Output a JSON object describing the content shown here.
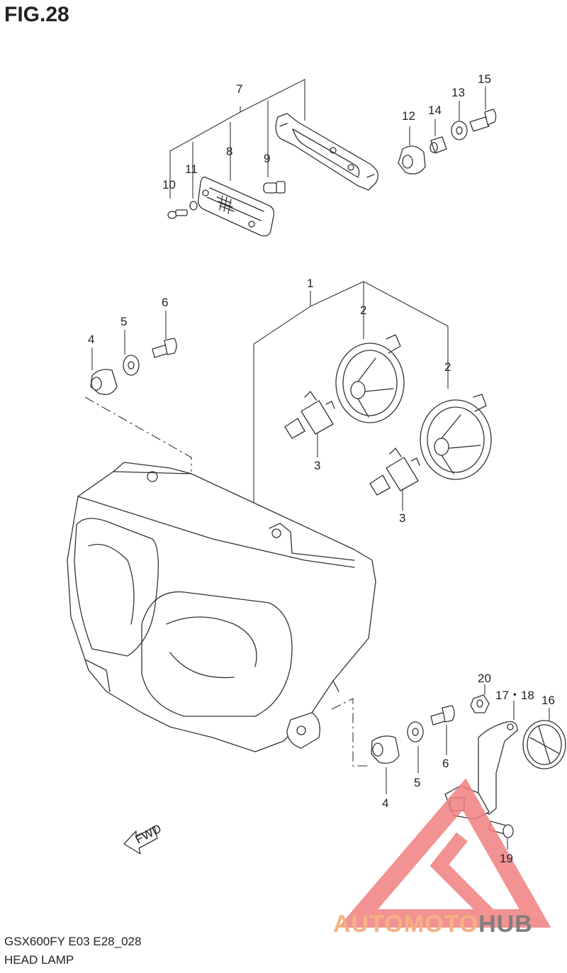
{
  "figure": {
    "title": "FIG.28",
    "model_code": "GSX600FY E03 E28_028",
    "section": "HEAD LAMP"
  },
  "fwd_label": "FWD",
  "watermark": {
    "part1": "AUTOMOTO",
    "part2": "HUB",
    "color_primary": "#f4b183",
    "color_secondary": "#7f7f7f",
    "logo_color": "#f08080"
  },
  "callouts": {
    "c1": "1",
    "c2a": "2",
    "c2b": "2",
    "c3a": "3",
    "c3b": "3",
    "c4a": "4",
    "c4b": "4",
    "c5a": "5",
    "c5b": "5",
    "c6a": "6",
    "c6b": "6",
    "c7": "7",
    "c8": "8",
    "c9": "9",
    "c10": "10",
    "c11": "11",
    "c12": "12",
    "c13": "13",
    "c14": "14",
    "c15": "15",
    "c16": "16",
    "c17_18": "17・18",
    "c19": "19",
    "c20": "20"
  }
}
